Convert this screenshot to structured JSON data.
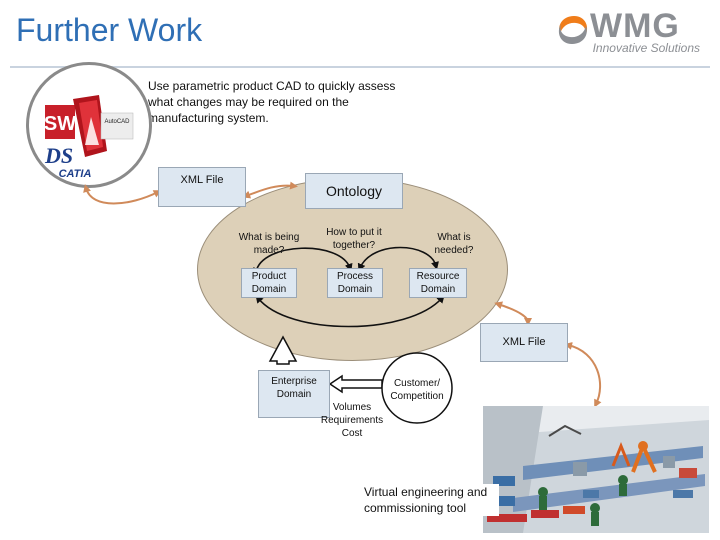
{
  "slide": {
    "title": "Further Work",
    "logo_text": "WMG",
    "logo_subtitle": "Innovative Solutions",
    "intro_text": "Use parametric product CAD to quickly assess what changes may be required on the manufacturing system."
  },
  "cad_logos": {
    "solidworks": "SW",
    "autocad": "AutoCAD",
    "catia": "CATIA",
    "ds": "DS"
  },
  "diagram": {
    "xml_file_top": "XML File",
    "xml_file_right": "XML File",
    "ontology": "Ontology",
    "questions": {
      "what_made": "What is being made?",
      "how_together": "How to put it together?",
      "what_needed": "What is needed?"
    },
    "domains": {
      "product": "Product Domain",
      "process": "Process Domain",
      "resource": "Resource Domain"
    },
    "enterprise": "Enterprise Domain",
    "customer": "Customer/ Competition",
    "volumes": "Volumes",
    "requirements": "Requirements",
    "cost": "Cost",
    "virtual_tool": "Virtual engineering and commissioning tool"
  },
  "colors": {
    "title": "#2f6fb5",
    "box_fill": "#dde7f1",
    "ellipse_fill": "#ddd0b8",
    "connector": "#d08a5a",
    "logo_orange": "#f07d1a"
  }
}
